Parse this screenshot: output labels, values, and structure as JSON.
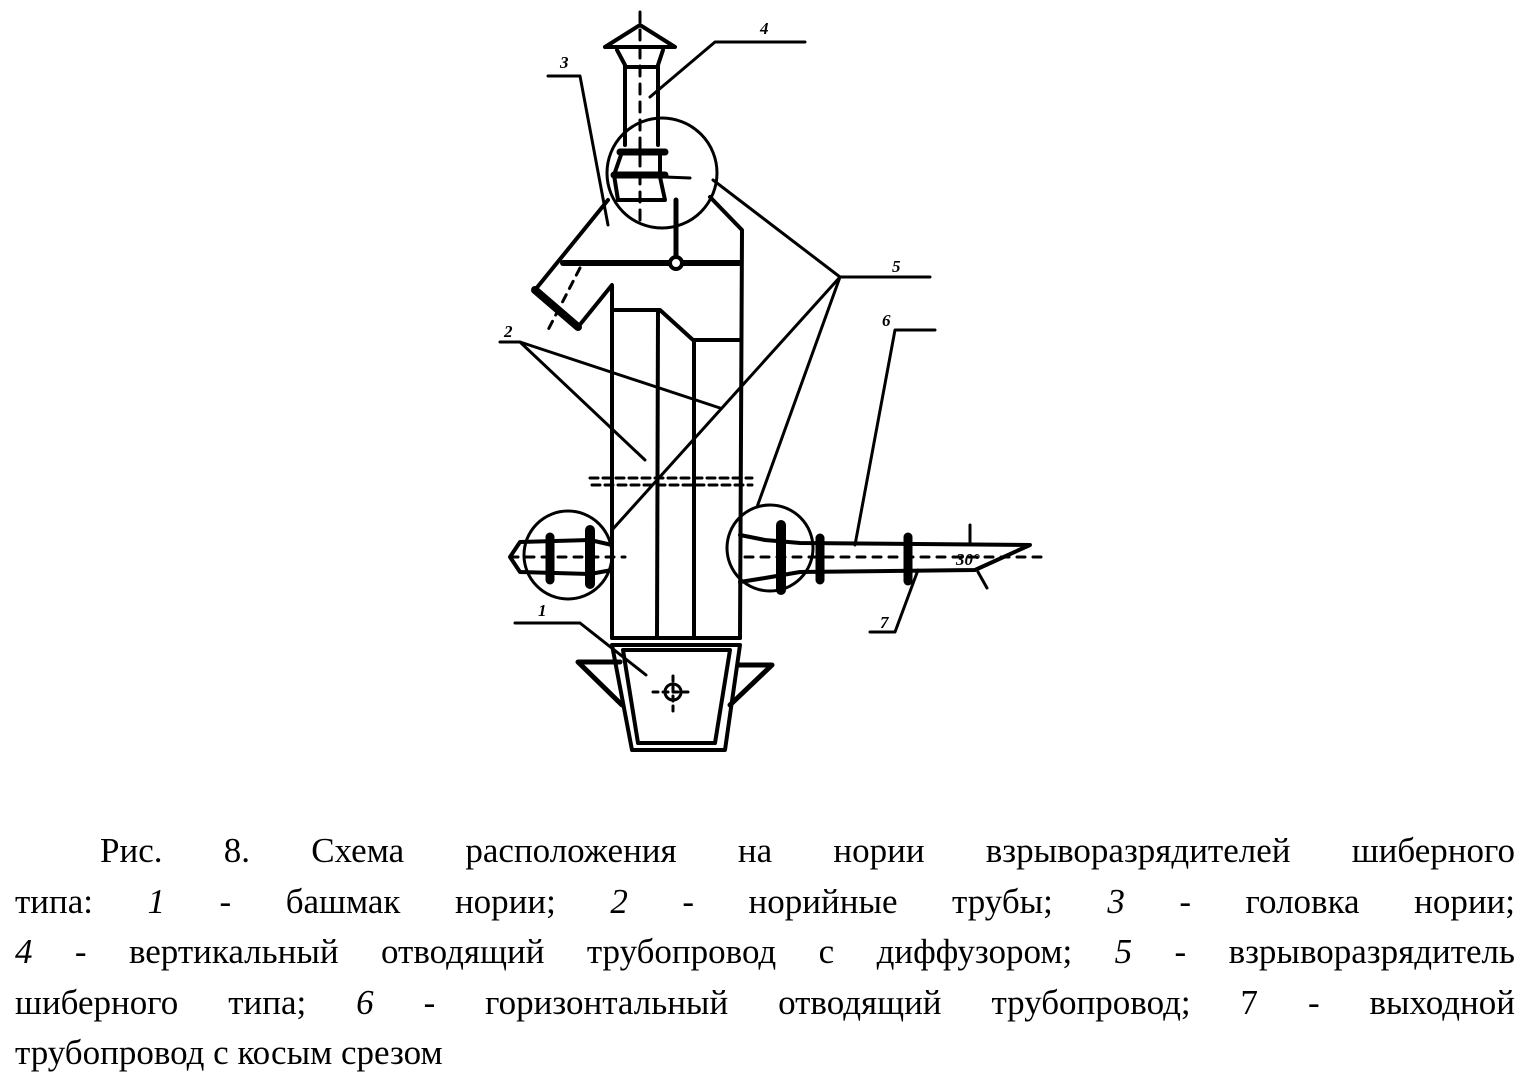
{
  "figure": {
    "labels": {
      "l1": "1",
      "l2": "2",
      "l3": "3",
      "l4": "4",
      "l5": "5",
      "l6": "6",
      "l7": "7"
    },
    "angle": "30°"
  },
  "caption": {
    "line1": [
      {
        "t": "Рис. 8. Схема расположения на нории взрыворазрядителей шиберного",
        "i": false
      }
    ],
    "line2": [
      {
        "t": "типа: ",
        "i": false
      },
      {
        "t": "1",
        "i": true
      },
      {
        "t": " - башмак нории; ",
        "i": false
      },
      {
        "t": "2",
        "i": true
      },
      {
        "t": " - норийные трубы; ",
        "i": false
      },
      {
        "t": "3",
        "i": true
      },
      {
        "t": " - головка нории;",
        "i": false
      }
    ],
    "line3": [
      {
        "t": "4",
        "i": true
      },
      {
        "t": " - вертикальный отводящий трубопровод с диффузором; ",
        "i": false
      },
      {
        "t": "5",
        "i": true
      },
      {
        "t": " - взрыворазрядитель",
        "i": false
      }
    ],
    "line4": [
      {
        "t": "шиберного типа; ",
        "i": false
      },
      {
        "t": "6",
        "i": true
      },
      {
        "t": " - горизонтальный отводящий трубопровод; 7 - выходной",
        "i": false
      }
    ],
    "line5": [
      {
        "t": "трубопровод с косым срезом",
        "i": false
      }
    ]
  }
}
